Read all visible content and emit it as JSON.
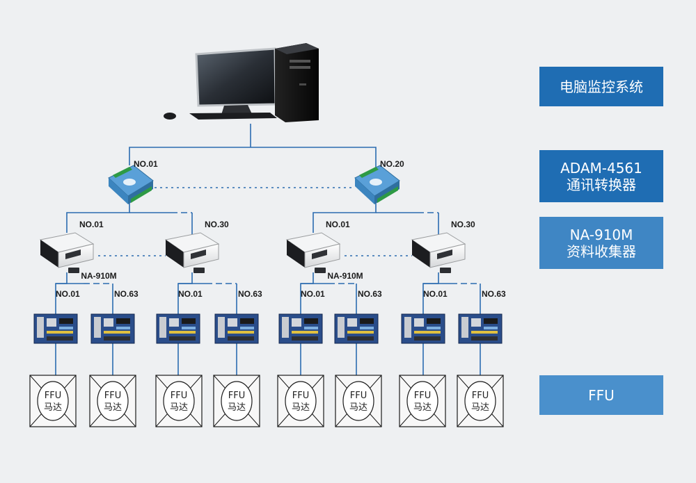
{
  "legend": {
    "monitor": "电脑监控系统",
    "converter_model": "ADAM-4561",
    "converter_desc": "通讯转换器",
    "collector_model": "NA-910M",
    "collector_desc": "资料收集器",
    "ffu": "FFU"
  },
  "converters": [
    {
      "label": "NO.01"
    },
    {
      "label": "NO.20"
    }
  ],
  "collectors": [
    {
      "label": "NO.01",
      "tag": "NA-910M"
    },
    {
      "label": "NO.30",
      "tag": ""
    },
    {
      "label": "NO.01",
      "tag": "NA-910M"
    },
    {
      "label": "NO.30",
      "tag": ""
    }
  ],
  "boards": [
    {
      "label": "NO.01"
    },
    {
      "label": "NO.63"
    },
    {
      "label": "NO.01"
    },
    {
      "label": "NO.63"
    },
    {
      "label": "NO.01"
    },
    {
      "label": "NO.63"
    },
    {
      "label": "NO.01"
    },
    {
      "label": "NO.63"
    }
  ],
  "ffu": {
    "line1": "FFU",
    "line2": "马达"
  },
  "colors": {
    "line": "#2a6bb0",
    "legend_dark": "#1f6db3",
    "legend_mid": "#3f86c4",
    "legend_light": "#4a90cc",
    "converter": "#5aa0d8",
    "board": "#2a4d8a"
  }
}
